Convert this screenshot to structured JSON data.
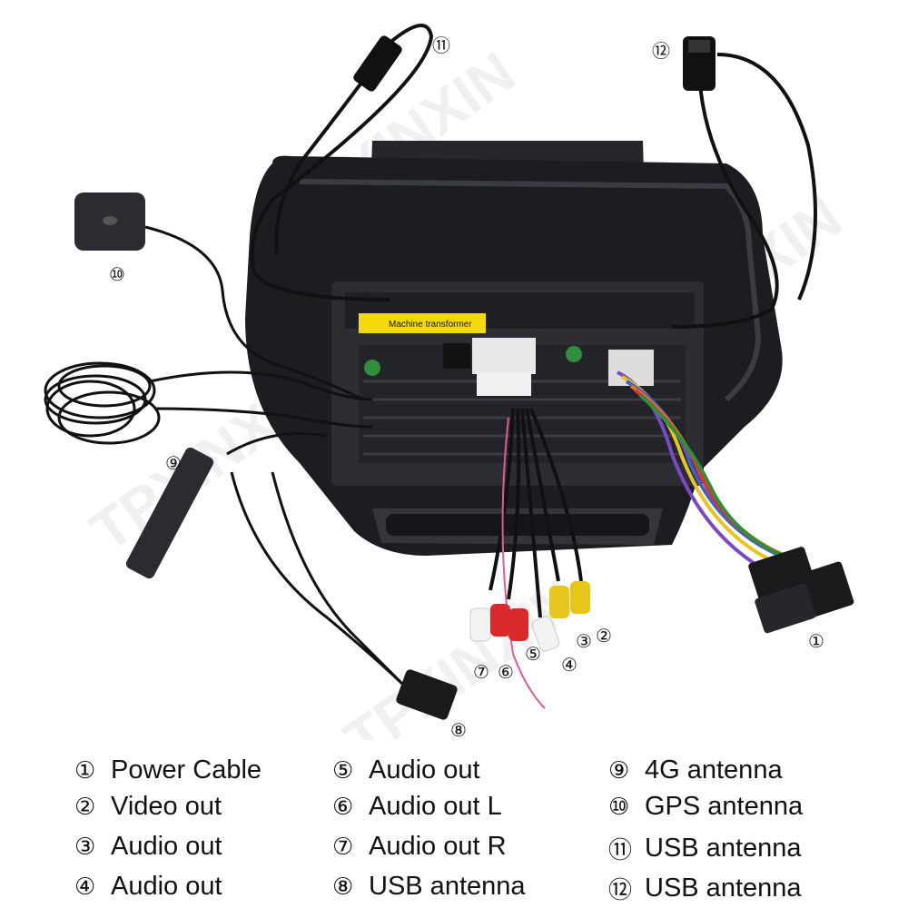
{
  "photo": {
    "label_sticker": "Machine transformer",
    "watermark": "TPXINXIN"
  },
  "callouts": {
    "c1": "①",
    "c2": "②",
    "c3": "③",
    "c4": "④",
    "c5": "⑤",
    "c6": "⑥",
    "c7": "⑦",
    "c8": "⑧",
    "c9": "⑨",
    "c10": "⑩",
    "c11": "⑪",
    "c12": "⑫"
  },
  "legend": {
    "col1": [
      {
        "num": "①",
        "label": "Power Cable"
      },
      {
        "num": "②",
        "label": "Video out"
      },
      {
        "num": "③",
        "label": "Audio out"
      },
      {
        "num": "④",
        "label": "Audio out"
      }
    ],
    "col2": [
      {
        "num": "⑤",
        "label": "Audio out"
      },
      {
        "num": "⑥",
        "label": "Audio out L"
      },
      {
        "num": "⑦",
        "label": "Audio out R"
      },
      {
        "num": "⑧",
        "label": "USB antenna"
      }
    ],
    "col3": [
      {
        "num": "⑨",
        "label": "4G antenna"
      },
      {
        "num": "⑩",
        "label": "GPS antenna"
      },
      {
        "num": "⑪",
        "label": "USB antenna"
      },
      {
        "num": "⑫",
        "label": "USB antenna"
      }
    ]
  },
  "colors": {
    "panel": "#1c1d21",
    "cable": "#111111",
    "sticker": "#f5d90a",
    "rca_red": "#d82a2a",
    "rca_white": "#f2f2f2",
    "rca_yellow": "#e8c51a",
    "wire_red": "#d33",
    "wire_yellow": "#e9c41c",
    "wire_purple": "#7b49c8",
    "wire_blue": "#3b5fcf",
    "wire_orange": "#e07a1f",
    "wire_green": "#2f8f3a"
  }
}
